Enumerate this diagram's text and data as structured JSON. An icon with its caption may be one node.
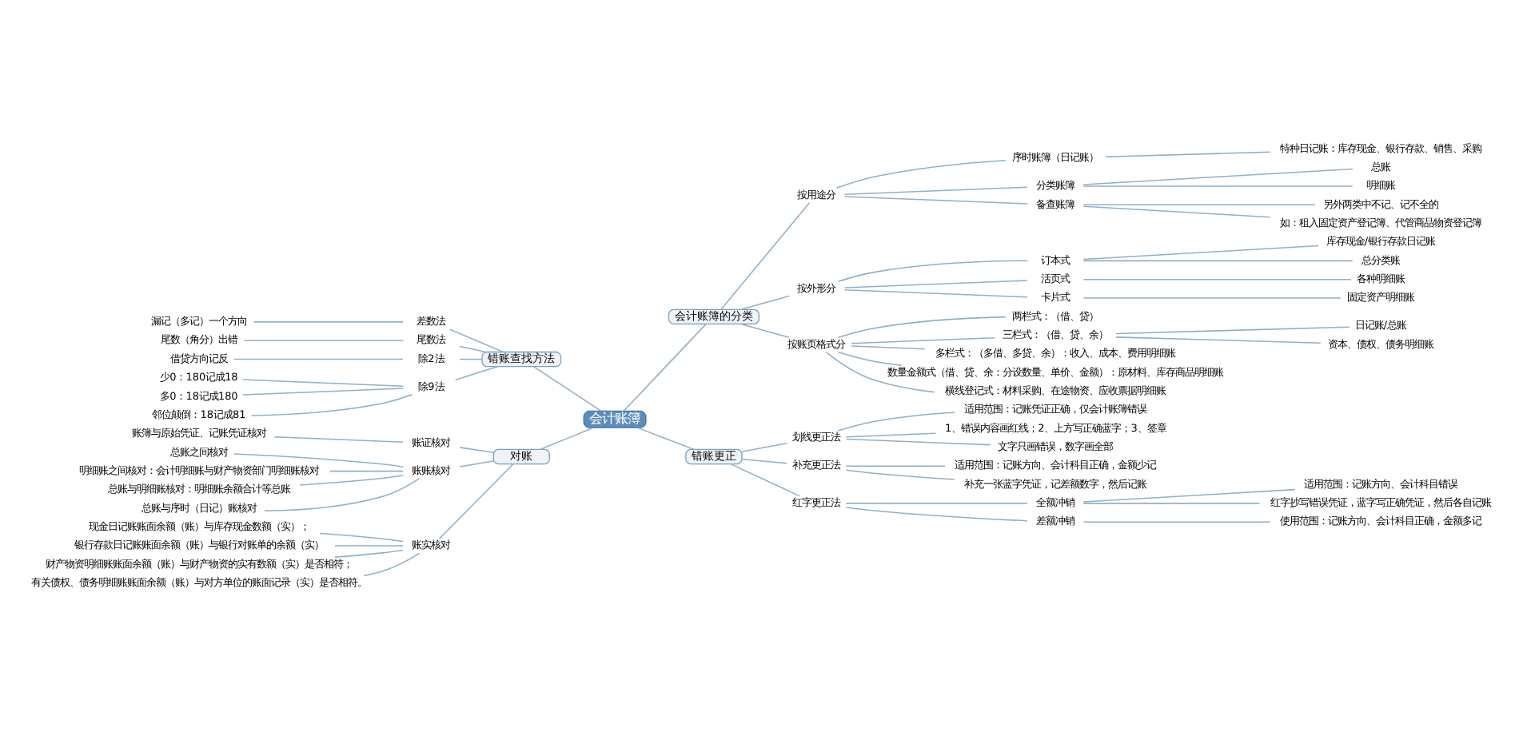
{
  "diagram": {
    "nodes": [
      {
        "text": [
          "会计账簿"
        ]
      },
      {
        "text": [
          "会计账簿的分类"
        ]
      },
      {
        "text": [
          "按用途分"
        ]
      },
      {
        "text": [
          "序时账簿（日记账）"
        ]
      },
      {
        "text": [
          "特种日记账：库存现金、银行存款、销售、采购"
        ]
      },
      {
        "text": [
          "分类账簿"
        ]
      },
      {
        "text": [
          "总账"
        ]
      },
      {
        "text": [
          "明细账"
        ]
      },
      {
        "text": [
          "备查账簿"
        ]
      },
      {
        "text": [
          "另外两类中不记、记不全的"
        ]
      },
      {
        "text": [
          "如：租入固定资产登记簿、代管商品物资登记簿"
        ]
      },
      {
        "text": [
          "按外形分"
        ]
      },
      {
        "text": [
          "订本式"
        ]
      },
      {
        "text": [
          "库存现金/银行存款日记账"
        ]
      },
      {
        "text": [
          "总分类账"
        ]
      },
      {
        "text": [
          "活页式"
        ]
      },
      {
        "text": [
          "各种明细账"
        ]
      },
      {
        "text": [
          "卡片式"
        ]
      },
      {
        "text": [
          "固定资产明细账"
        ]
      },
      {
        "text": [
          "按账页格式分"
        ]
      },
      {
        "text": [
          "两栏式：（借、贷）"
        ]
      },
      {
        "text": [
          "三栏式：（借、贷、余）"
        ]
      },
      {
        "text": [
          "日记账/总账"
        ]
      },
      {
        "text": [
          "资本、债权、债务明细账"
        ]
      },
      {
        "text": [
          "多栏式：（多借、多贷、余）：收入、成本、费用明细账"
        ]
      },
      {
        "text": [
          "数量金额式（借、贷、余：分设数量、单价、金额）：原材料、库存商品明细账"
        ]
      },
      {
        "text": [
          "横线登记式：材料采购、在途物资、应收票据明细账"
        ]
      },
      {
        "text": [
          "错账更正"
        ]
      },
      {
        "text": [
          "划线更正法"
        ]
      },
      {
        "text": [
          "适用范围：记账凭证正确，仅会计账簿错误"
        ]
      },
      {
        "text": [
          "1、错误内容画红线；2、上方写正确蓝字；3、签章"
        ]
      },
      {
        "text": [
          "文字只画错误，数字画全部"
        ]
      },
      {
        "text": [
          "补充更正法"
        ]
      },
      {
        "text": [
          "适用范围：记账方向、会计科目正确，金额少记"
        ]
      },
      {
        "text": [
          "补充一张蓝字凭证，记差额数字，然后记账"
        ]
      },
      {
        "text": [
          "红字更正法"
        ]
      },
      {
        "text": [
          "全额冲销"
        ]
      },
      {
        "text": [
          "适用范围：记账方向、会计科目错误"
        ]
      },
      {
        "text": [
          "红字抄写错误凭证，蓝字写正确凭证，然后各自记账"
        ]
      },
      {
        "text": [
          "差额冲销"
        ]
      },
      {
        "text": [
          "使用范围：记账方向、会计科目正确，金额多记"
        ]
      },
      {
        "text": [
          "错账查找方法"
        ]
      },
      {
        "text": [
          "差数法"
        ]
      },
      {
        "text": [
          "漏记（多记）一个方向"
        ]
      },
      {
        "text": [
          "尾数法"
        ]
      },
      {
        "text": [
          "尾数（角分）出错"
        ]
      },
      {
        "text": [
          "除2法"
        ]
      },
      {
        "text": [
          "借贷方向记反"
        ]
      },
      {
        "text": [
          "除9法"
        ]
      },
      {
        "text": [
          "少0：180记成18"
        ]
      },
      {
        "text": [
          "多0：18记成180"
        ]
      },
      {
        "text": [
          "邻位颠倒：18记成81"
        ]
      },
      {
        "text": [
          "对账"
        ]
      },
      {
        "text": [
          "账证核对"
        ]
      },
      {
        "text": [
          "账簿与原始凭证、记账凭证核对"
        ]
      },
      {
        "text": [
          "账账核对"
        ]
      },
      {
        "text": [
          "总账之间核对"
        ]
      },
      {
        "text": [
          "明细账之间核对：会计明细账与财产物资部门明细账核对"
        ]
      },
      {
        "text": [
          "总账与明细账核对：明细账余额合计等总账"
        ]
      },
      {
        "text": [
          "总账与序时（日记）账核对"
        ]
      },
      {
        "text": [
          "账实核对"
        ]
      },
      {
        "text": [
          "现金日记账账面余额（账）与库存现金数额（实）；"
        ]
      },
      {
        "text": [
          "银行存款日记账账面余额（账）与银行对账单的余额（实）"
        ]
      },
      {
        "text": [
          "财产物资明细账账面余额（账）与财产物资的实有数额（实）是否相符；"
        ]
      },
      {
        "text": [
          "有关债权、债务明细账账面余额（账）与对方单位的账面记录（实）是否相符。"
        ]
      }
    ],
    "edges": [
      {
        "from": 0,
        "to": 1,
        "arrow": "none"
      },
      {
        "from": 1,
        "to": 2,
        "arrow": "none"
      },
      {
        "from": 2,
        "to": 3,
        "arrow": "none"
      },
      {
        "from": 3,
        "to": 4,
        "arrow": "none"
      },
      {
        "from": 2,
        "to": 5,
        "arrow": "none"
      },
      {
        "from": 5,
        "to": 6,
        "arrow": "none"
      },
      {
        "from": 5,
        "to": 7,
        "arrow": "none"
      },
      {
        "from": 2,
        "to": 8,
        "arrow": "none"
      },
      {
        "from": 8,
        "to": 9,
        "arrow": "none"
      },
      {
        "from": 8,
        "to": 10,
        "arrow": "none"
      },
      {
        "from": 1,
        "to": 11,
        "arrow": "none"
      },
      {
        "from": 11,
        "to": 12,
        "arrow": "none"
      },
      {
        "from": 12,
        "to": 13,
        "arrow": "none"
      },
      {
        "from": 12,
        "to": 14,
        "arrow": "none"
      },
      {
        "from": 11,
        "to": 15,
        "arrow": "none"
      },
      {
        "from": 15,
        "to": 16,
        "arrow": "none"
      },
      {
        "from": 11,
        "to": 17,
        "arrow": "none"
      },
      {
        "from": 17,
        "to": 18,
        "arrow": "none"
      },
      {
        "from": 1,
        "to": 19,
        "arrow": "none"
      },
      {
        "from": 19,
        "to": 20,
        "arrow": "none"
      },
      {
        "from": 19,
        "to": 21,
        "arrow": "none"
      },
      {
        "from": 21,
        "to": 22,
        "arrow": "none"
      },
      {
        "from": 21,
        "to": 23,
        "arrow": "none"
      },
      {
        "from": 19,
        "to": 24,
        "arrow": "none"
      },
      {
        "from": 19,
        "to": 25,
        "arrow": "none"
      },
      {
        "from": 19,
        "to": 26,
        "arrow": "none"
      },
      {
        "from": 0,
        "to": 27,
        "arrow": "none"
      },
      {
        "from": 27,
        "to": 28,
        "arrow": "none"
      },
      {
        "from": 28,
        "to": 29,
        "arrow": "none"
      },
      {
        "from": 28,
        "to": 30,
        "arrow": "none"
      },
      {
        "from": 28,
        "to": 31,
        "arrow": "none"
      },
      {
        "from": 27,
        "to": 32,
        "arrow": "none"
      },
      {
        "from": 32,
        "to": 33,
        "arrow": "none"
      },
      {
        "from": 32,
        "to": 34,
        "arrow": "none"
      },
      {
        "from": 27,
        "to": 35,
        "arrow": "none"
      },
      {
        "from": 35,
        "to": 36,
        "arrow": "none"
      },
      {
        "from": 36,
        "to": 37,
        "arrow": "none"
      },
      {
        "from": 36,
        "to": 38,
        "arrow": "none"
      },
      {
        "from": 35,
        "to": 39,
        "arrow": "none"
      },
      {
        "from": 39,
        "to": 40,
        "arrow": "none"
      },
      {
        "from": 0,
        "to": 41,
        "arrow": "none"
      },
      {
        "from": 41,
        "to": 42,
        "arrow": "none"
      },
      {
        "from": 42,
        "to": 43,
        "arrow": "none"
      },
      {
        "from": 41,
        "to": 44,
        "arrow": "none"
      },
      {
        "from": 44,
        "to": 45,
        "arrow": "none"
      },
      {
        "from": 41,
        "to": 46,
        "arrow": "none"
      },
      {
        "from": 46,
        "to": 47,
        "arrow": "none"
      },
      {
        "from": 41,
        "to": 48,
        "arrow": "none"
      },
      {
        "from": 48,
        "to": 49,
        "arrow": "none"
      },
      {
        "from": 48,
        "to": 50,
        "arrow": "none"
      },
      {
        "from": 48,
        "to": 51,
        "arrow": "none"
      },
      {
        "from": 0,
        "to": 52,
        "arrow": "none"
      },
      {
        "from": 52,
        "to": 53,
        "arrow": "none"
      },
      {
        "from": 53,
        "to": 54,
        "arrow": "none"
      },
      {
        "from": 52,
        "to": 55,
        "arrow": "none"
      },
      {
        "from": 55,
        "to": 56,
        "arrow": "none"
      },
      {
        "from": 55,
        "to": 57,
        "arrow": "none"
      },
      {
        "from": 55,
        "to": 58,
        "arrow": "none"
      },
      {
        "from": 55,
        "to": 59,
        "arrow": "none"
      },
      {
        "from": 52,
        "to": 60,
        "arrow": "none"
      },
      {
        "from": 60,
        "to": 61,
        "arrow": "none"
      },
      {
        "from": 60,
        "to": 62,
        "arrow": "none"
      },
      {
        "from": 60,
        "to": 63,
        "arrow": "none"
      },
      {
        "from": 60,
        "to": 64,
        "arrow": "none"
      }
    ]
  }
}
